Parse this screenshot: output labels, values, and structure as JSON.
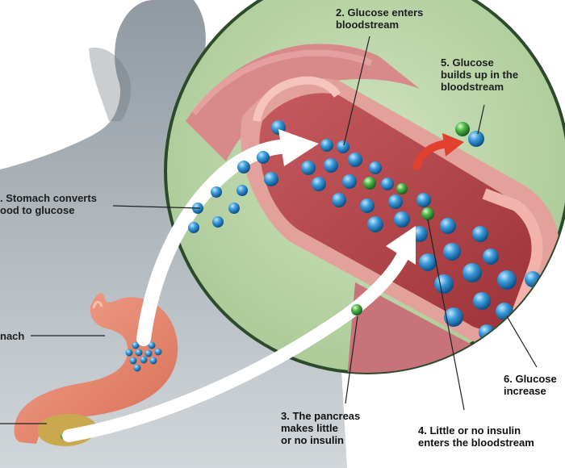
{
  "labels": {
    "stomach_converts": ". Stomach converts\nood to glucose",
    "stomach": "nach",
    "glucose_enters": "2. Glucose enters\nbloodstream",
    "pancreas": "3. The pancreas\nmakes little\nor no insulin",
    "insulin_enters": "4. Little or no insulin\nenters the bloodstream",
    "builds_up": "5. Glucose\nbuilds up in the\nbloodstream",
    "glucose_increase": "6. Glucose\nincrease"
  },
  "icons": [
    "human-silhouette",
    "stomach",
    "pancreas",
    "blood-vessel",
    "glucose-molecule",
    "insulin-molecule",
    "flow-arrow"
  ],
  "colors": {
    "background": "#ffffff",
    "silhouette": "#8f9aa3",
    "magnifier": "#b8d4a5",
    "vessel_outer": "#d8898a",
    "vessel_inner": "#b94a4e",
    "stomach": "#e98c74",
    "pancreas": "#c5a14b",
    "glucose": "#2a86c8",
    "insulin": "#4ea84a",
    "arrow_red": "#e2402f"
  }
}
